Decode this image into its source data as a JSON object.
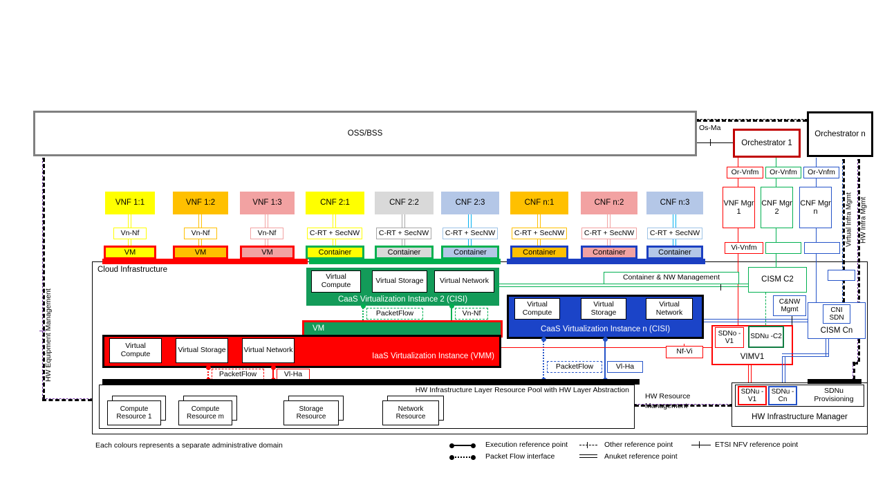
{
  "colors": {
    "red": "#FF0000",
    "dark_red": "#C00000",
    "green_fill": "#139B59",
    "green": "#00B050",
    "blue_fill": "#1B44C8",
    "blue": "#1B3FC2",
    "mgmt_blue": "#2453C8",
    "yellow": "#FFFF00",
    "orange": "#FFC000",
    "pink": "#F2A2A2",
    "gray_fill": "#D9D9D9",
    "gray_line": "#A6A6A6",
    "light_blue": "#B4C7E7",
    "light_blue_line": "#9DC3E6",
    "cyan": "#00B0F0",
    "purple": "#7030A0",
    "oss_border": "#808080"
  },
  "oss_bss": {
    "label": "OSS/BSS"
  },
  "top_right": {
    "os_ma": "Os-Ma",
    "orchestrator_1": "Orchestrator 1",
    "orchestrator_n": "Orchestrator n",
    "or_vnfm_1": "Or-Vnfm",
    "or_vnfm_2": "Or-Vnfm",
    "or_vnfm_n": "Or-Vnfm",
    "vnf_mgr_1": "VNF Mgr 1",
    "cnf_mgr_2": "CNF Mgr 2",
    "cnf_mgr_n": "CNF Mgr n",
    "vi_vnfm": "Vi-Vnfm"
  },
  "side": {
    "virtual_infra_mgmt": "Virtual Infra Mgmt",
    "hw_infra_mgmt": "HW Infra Mgmt",
    "hw_equipment_mgmt": "HW Equipment Management",
    "hw_resource_mgmt": [
      "HW Resource",
      "Management"
    ]
  },
  "columns": [
    {
      "name": "VNF 1:1",
      "iface": "Vn-Nf",
      "unit": "VM"
    },
    {
      "name": "VNF 1:2",
      "iface": "Vn-Nf",
      "unit": "VM"
    },
    {
      "name": "VNF 1:3",
      "iface": "Vn-Nf",
      "unit": "VM"
    },
    {
      "name": "CNF 2:1",
      "iface": "C-RT + SecNW",
      "unit": "Container"
    },
    {
      "name": "CNF 2:2",
      "iface": "C-RT + SecNW",
      "unit": "Container"
    },
    {
      "name": "CNF 2:3",
      "iface": "C-RT + SecNW",
      "unit": "Container"
    },
    {
      "name": "CNF n:1",
      "iface": "C-RT + SecNW",
      "unit": "Container"
    },
    {
      "name": "CNF n:2",
      "iface": "C-RT + SecNW",
      "unit": "Container"
    },
    {
      "name": "CNF n:3",
      "iface": "C-RT + SecNW",
      "unit": "Container"
    }
  ],
  "cloud": {
    "title": "Cloud Infrastructure",
    "caas2": {
      "compute": "Virtual Compute",
      "storage": "Virtual Storage",
      "network": "Virtual Network",
      "label": "CaaS Virtualization Instance 2 (CISI)",
      "packetflow": "PacketFlow",
      "vn_nf": "Vn-Nf",
      "vm": "VM"
    },
    "iaas": {
      "compute": "Virtual Compute",
      "storage": "Virtual Storage",
      "network": "Virtual Network",
      "label": "IaaS Virtualization Instance (VMM)",
      "packetflow": "PacketFlow",
      "vl_ha": "Vl-Ha"
    },
    "caasn": {
      "compute": "Virtual Compute",
      "storage": "Virtual Storage",
      "network": "Virtual Network",
      "label": "CaaS Virtualization Instance n (CISI)",
      "packetflow": "PacketFlow",
      "vl_ha": "Vl-Ha"
    },
    "hw_pool": {
      "label": "HW Infrastructure Layer Resource Pool with HW Layer Abstraction",
      "resources": [
        "Compute Resource 1",
        "Compute Resource m",
        "Storage Resource",
        "Network Resource"
      ]
    }
  },
  "management": {
    "container_nw": "Container & NW Management",
    "cism_c2": "CISM C2",
    "cnw_mgmt": "C&NW Mgmt",
    "cni_sdn": "CNI SDN",
    "cism_cn": "CISM Cn",
    "nf_vi": "Nf-Vi",
    "sdno_v1": "SDNo -V1",
    "sdnu_c2": "SDNu -C2",
    "vimv1": "VIMV1",
    "sdnu_v1": "SDNu -V1",
    "sdnu_cn": "SDNu -Cn",
    "sdnu_provisioning": "SDNu Provisioning",
    "hw_infra_manager": "HW Infrastructure Manager"
  },
  "legend": {
    "note": "Each colours represents a separate administrative domain",
    "execution": "Execution reference point",
    "packet_flow": "Packet Flow interface",
    "other": "Other reference point",
    "anuket": "Anuket reference point",
    "etsi": "ETSI NFV reference point"
  }
}
